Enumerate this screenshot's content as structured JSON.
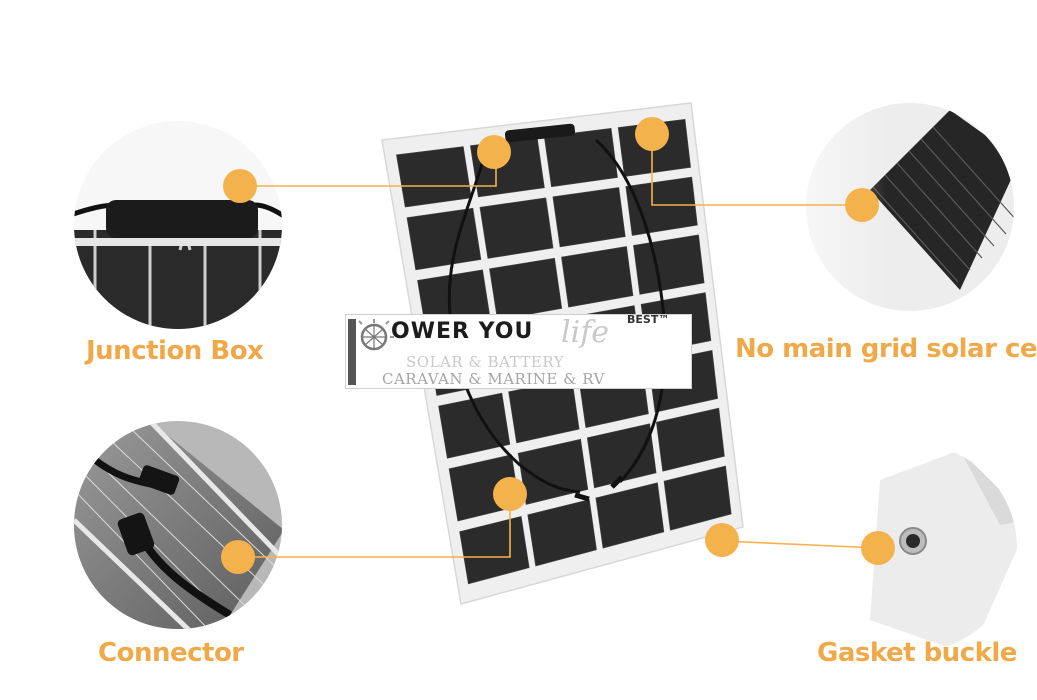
{
  "callouts": {
    "junction_box": "Junction Box",
    "no_main_grid": "No main grid solar cell",
    "connector": "Connector",
    "gasket_buckle": "Gasket buckle"
  },
  "logo": {
    "brand_main": "OWER YOU",
    "brand_script": "life",
    "brand_suffix": "BEST™",
    "line1": "SOLAR & BATTERY",
    "line2": "CARAVAN & MARINE & RV"
  },
  "colors": {
    "accent": "#f4b24c",
    "label": "#f0a948",
    "cell": "#2b2b2b",
    "panel_frame": "#ededed"
  },
  "icons": [
    "junction-box-photo",
    "solar-cell-photo",
    "connector-photo",
    "gasket-buckle-photo",
    "solar-panel-photo"
  ]
}
